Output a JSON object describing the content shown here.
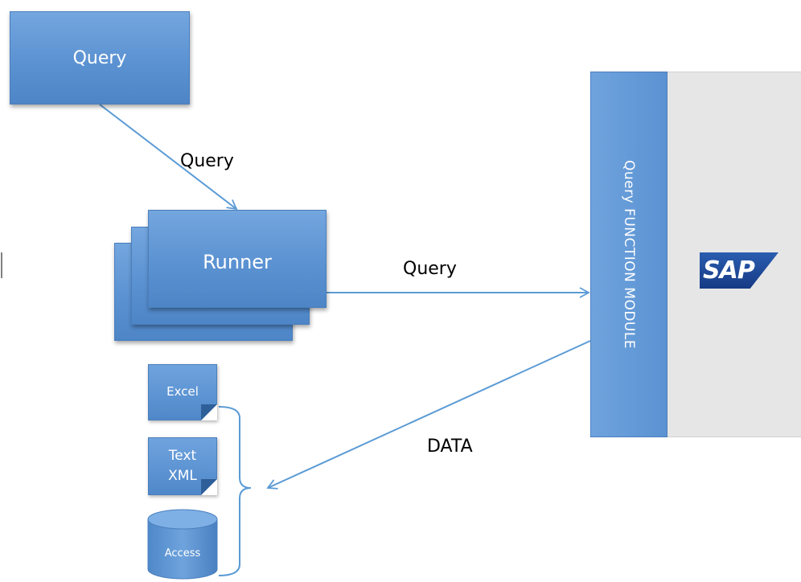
{
  "query_box": {
    "label": "Query"
  },
  "edge_labels": {
    "query_to_runner": "Query",
    "runner_to_module": "Query",
    "data_return": "DATA"
  },
  "runner": {
    "label": "Runner"
  },
  "function_module": {
    "label": "Query FUNCTION MODULE"
  },
  "sap_logo": {
    "text": "SAP"
  },
  "outputs": {
    "excel": "Excel",
    "text": "Text",
    "xml": "XML",
    "access": "Access"
  },
  "colors": {
    "box_blue": "#5b92d2",
    "line_blue": "#5b9bd5",
    "sap_panel_gray": "#e6e6e6",
    "sap_logo_blue": "#1b3f8b"
  }
}
